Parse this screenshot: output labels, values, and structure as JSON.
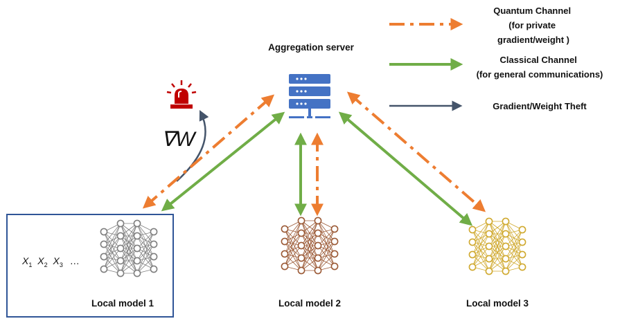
{
  "server": {
    "label": "Aggregation server",
    "icon": "server-icon"
  },
  "alert": {
    "icon": "alarm-siren-icon",
    "symbol": "∇W"
  },
  "legend": {
    "quantum": {
      "lines": [
        "Quantum Channel",
        "(for private",
        "gradient/weight )"
      ]
    },
    "classical": {
      "lines": [
        "Classical Channel",
        "(for general communications)"
      ]
    },
    "theft": {
      "lines": [
        "Gradient/Weight Theft"
      ]
    }
  },
  "models": [
    {
      "label": "Local model 1",
      "inputs": "X1 X2 X3 ...",
      "color": "#7f7f7f"
    },
    {
      "label": "Local model 2",
      "color": "#9b5a36"
    },
    {
      "label": "Local model 3",
      "color": "#d0a92e"
    }
  ],
  "colors": {
    "quantum": "#ed7d31",
    "classical": "#70ad47",
    "theft": "#44546a",
    "server": "#4472c4",
    "alarm": "#c00000",
    "box": "#2f5597"
  }
}
